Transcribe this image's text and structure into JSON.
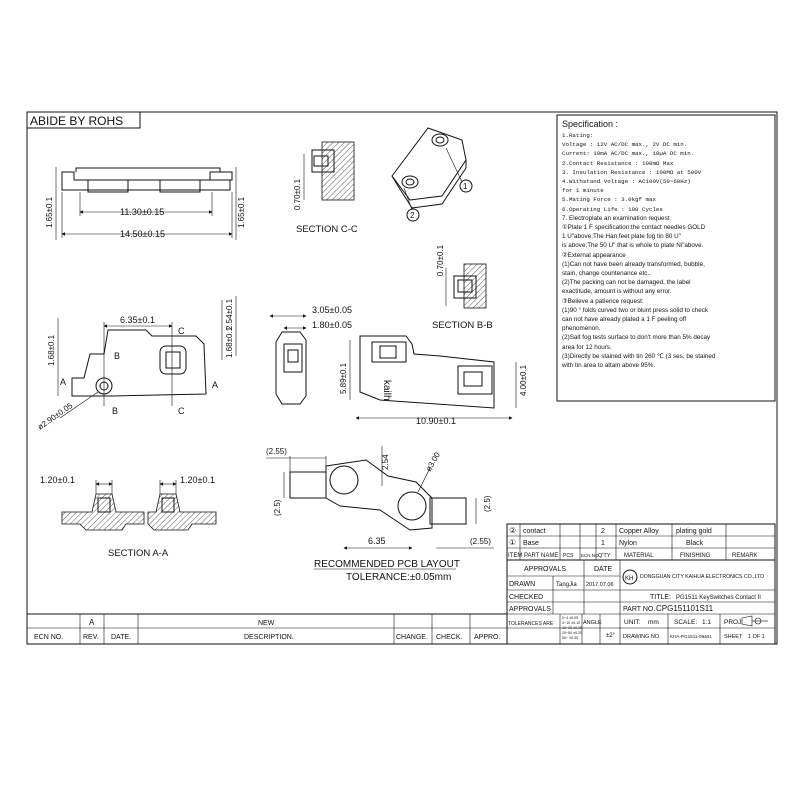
{
  "header": {
    "rohs": "ABIDE BY ROHS"
  },
  "spec": {
    "title": "Specification :",
    "lines": [
      "1.Rating:",
      "Voltage : 12V AC/DC max., 2V DC min.",
      "Current: 10mA AC/DC max., 10µA DC min.",
      "2.Contact Resistance : 100mΩ Max",
      "3. Insulation Resistance : 100MΩ at 500V",
      "4.Withstand Voltage : AC100V(50~60Hz)",
      "for 1 minute",
      "5.Mating Force : 3.0kgf max",
      "6.Operating Life : 100 Cycles",
      "7. Electroplate an examination request",
      "①Plate 1 F specification:the contact needles GOLD",
      "1 U\"above;The Han feet plate fog tin 80 U\"",
      "is above;The 50 U\" that is whole to plate Ni\"above.",
      "②External appearance",
      "(1)Can not have been already transformed, bubble,",
      "stain, change countenance etc..",
      "(2)The packing can not be damaged, the label",
      "exactitude, amount is without any error.",
      "③Believe a patience request:",
      "(1)90 ° folds curved two or blunt press solid to check",
      "can not have already plated a 1 F peeling off",
      "phenomenon.",
      "(2)Salt fog tests surface to don't more than 5% decay",
      "area for 12 hours.",
      "(3)Directly be stained with tin 260 ℃ (3 ses, be stained",
      "with tin area to attain above 95%."
    ]
  },
  "dimensions": {
    "d_11_30": "11.30±0.15",
    "d_14_50": "14.50±0.15",
    "d_1_65_left": "1.65±0.1",
    "d_1_65_right": "1.65±0.1",
    "d_0_70_cc": "0.70±0.1",
    "d_0_70_bb": "0.70±0.1",
    "d_6_35": "6.35±0.1",
    "d_1_68_left": "1.68±0.1",
    "d_1_68_right": "1.68±0.1",
    "d_2_54": "2.54±0.1",
    "d_2_90": "ø2.90±0.05",
    "d_3_05": "3.05±0.05",
    "d_1_80": "1.80±0.05",
    "d_5_89": "5.89±0.1",
    "d_4_00": "4.00±0.1",
    "d_10_90": "10.90±0.1",
    "d_1_20_left": "1.20±0.1",
    "d_1_20_right": "1.20±0.1",
    "pcb_2_55_top": "(2.55)",
    "pcb_2_55_bottom": "(2.55)",
    "pcb_2_5_left": "(2.5)",
    "pcb_2_5_right": "(2.5)",
    "pcb_2_54": "2.54",
    "pcb_3_00": "ø3.00",
    "pcb_6_35": "6.35"
  },
  "labels": {
    "section_cc": "SECTION C-C",
    "section_bb": "SECTION B-B",
    "section_aa": "SECTION A-A",
    "pcb_title": "RECOMMENDED PCB LAYOUT",
    "tolerance": "TOLERANCE:±0.05mm",
    "balloon_1": "1",
    "balloon_2": "2",
    "letter_a_left": "A",
    "letter_a_right": "A",
    "letter_b_left": "B",
    "letter_b_right": "B",
    "letter_c_top": "C",
    "letter_c_bottom": "C",
    "brand": "kailh"
  },
  "bom": {
    "rows": [
      {
        "item": "②",
        "name": "contact",
        "qty": "2",
        "material": "Copper Alloy",
        "finishing": "plating gold",
        "remark": ""
      },
      {
        "item": "①",
        "name": "Base",
        "qty": "1",
        "material": "Nylon",
        "finishing": "Black",
        "remark": ""
      }
    ],
    "header": {
      "item": "ITEM",
      "name": "PART NAME",
      "pcs": "PCS",
      "ecn": "ECN NO",
      "qty": "Q'TY",
      "material": "MATERIAL",
      "finishing": "FINISHING",
      "remark": "REMARK"
    }
  },
  "titleblock": {
    "approvals": "APPROVALS",
    "date": "DATE",
    "drawn": "DRAWN",
    "drawn_by": "TangJia",
    "drawn_date": "2017.07.06",
    "checked": "CHECKED",
    "approvals_row": "APPROVALS",
    "company": "DONGGUAN CITY KAIHUA ELECTRONICS CO.,LTD",
    "company_logo": "KH",
    "title_label": "TITLE:",
    "title_value": "PG1511  KeySwitches Contact II",
    "part_label": "PART NO.",
    "part_value": "CPG151101S11",
    "tol_label": "TOLERANCES ARE",
    "tol_values": [
      "0~4   ±0.05",
      "4~10   ±0.10",
      "10~20  ±0.15",
      "20~50  ±0.20",
      "50~   ±0.30"
    ],
    "angle_label": "ANGLE",
    "angle_value": "±2°",
    "unit_label": "UNIT:",
    "unit_value": "mm",
    "scale_label": "SCALE:",
    "scale_value": "1:1",
    "proj_label": "PROJ.",
    "drawing_label": "DRAWING NO.",
    "drawing_value": "KHA-PG1511-09401",
    "sheet_label": "SHEET",
    "sheet_value": "1 OF 1",
    "rev_a": "A",
    "rev_new": "NEW",
    "ecn_col": "ECN NO.",
    "rev_col": "REV.",
    "date_col": "DATE.",
    "desc_col": "DESCRIPTION.",
    "change_col": "CHANGE.",
    "check_col": "CHECK.",
    "appro_col": "APPRO."
  }
}
